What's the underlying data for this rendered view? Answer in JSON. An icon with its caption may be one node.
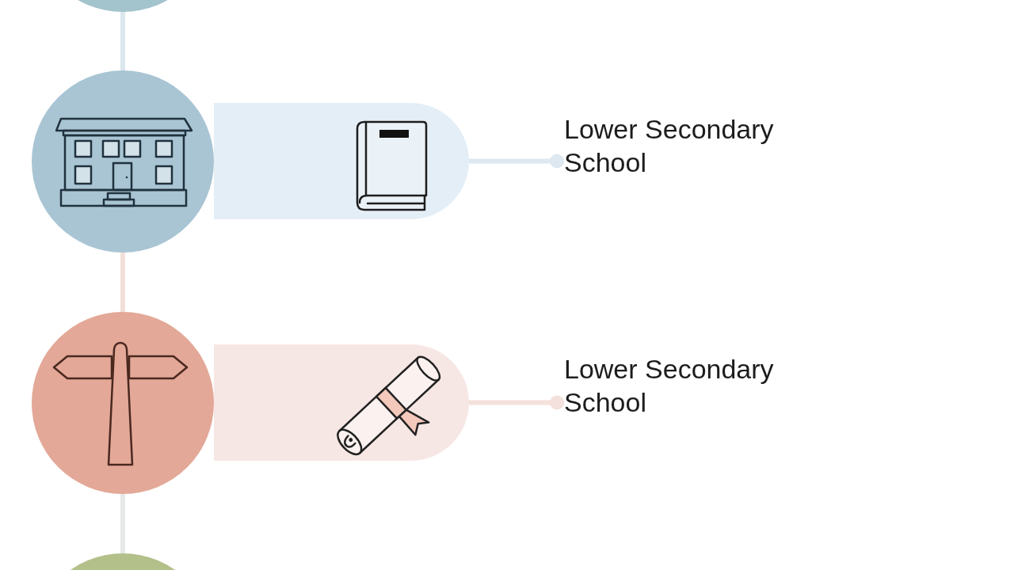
{
  "diagram": {
    "nodes": [
      {
        "text": [],
        "shape": "circle"
      },
      {
        "text": [],
        "shape": "circle"
      },
      {
        "text": [],
        "shape": "bar"
      },
      {
        "text": [
          "Lower Secondary School"
        ]
      },
      {
        "text": [],
        "shape": "circle"
      },
      {
        "text": [],
        "shape": "bar"
      },
      {
        "text": [
          "Lower Secondary School"
        ]
      },
      {
        "text": [],
        "shape": "circle"
      }
    ],
    "edges": [
      {
        "from": 0,
        "to": 1,
        "arrow": "none",
        "color": "#dbe6ed"
      },
      {
        "from": 1,
        "to": 4,
        "arrow": "none",
        "color": "#f2dfda"
      },
      {
        "from": 4,
        "to": 7,
        "arrow": "none",
        "color": "#e6e7e7"
      },
      {
        "from": 3,
        "to": 2,
        "arrow": "other",
        "color": "#dde8f0"
      },
      {
        "from": 6,
        "to": 5,
        "arrow": "other",
        "color": "#f4e0dc"
      }
    ]
  }
}
